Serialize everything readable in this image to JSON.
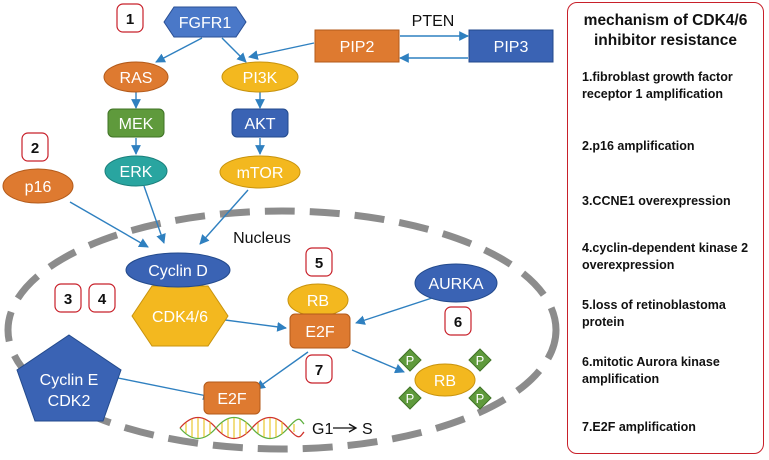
{
  "nodes": {
    "fgfr1": "FGFR1",
    "ras": "RAS",
    "mek": "MEK",
    "erk": "ERK",
    "pi3k": "PI3K",
    "akt": "AKT",
    "mtor": "mTOR",
    "pip2": "PIP2",
    "pip3": "PIP3",
    "pten": "PTEN",
    "p16": "p16",
    "cyclin_d": "Cyclin D",
    "cdk46": "CDK4/6",
    "rb": "RB",
    "e2f_main": "E2F",
    "aurka": "AURKA",
    "cyclin_e": "Cyclin E",
    "cdk2": "CDK2",
    "e2f_lower": "E2F",
    "rb_phospho": "RB",
    "phosphate": "P",
    "nucleus": "Nucleus",
    "g1": "G1",
    "s": "S"
  },
  "badges": [
    "1",
    "2",
    "3",
    "4",
    "5",
    "6",
    "7"
  ],
  "panel": {
    "title": "mechanism of CDK4/6 inhibitor resistance",
    "items": [
      "1.fibroblast growth factor receptor 1 amplification",
      "2.p16 amplification",
      "3.CCNE1 overexpression",
      "4.cyclin-dependent kinase 2 overexpression",
      "5.loss of retinoblastoma protein",
      "6.mitotic Aurora kinase amplification",
      "7.E2F amplification"
    ]
  },
  "colors": {
    "blue": "#3a63b4",
    "blue_light": "#4a78c8",
    "orange": "#de7a30",
    "yellow": "#f3b81f",
    "green": "#5f9a3c",
    "teal": "#29a5a0",
    "arrow": "#2f80c0",
    "badge_border": "#c8202a",
    "nucleus_dash": "#8c8c8c",
    "dna_red": "#d0342c",
    "dna_green": "#5fb040",
    "dna_yellow": "#e8c21d"
  }
}
